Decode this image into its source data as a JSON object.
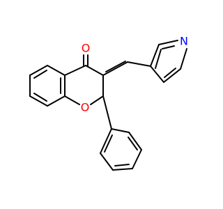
{
  "atoms": {
    "carbonyl_oxygen": {
      "label": "O",
      "color": "#ff0000"
    },
    "ring_oxygen": {
      "label": "O",
      "color": "#ff0000"
    },
    "pyridine_nitrogen": {
      "label": "N",
      "color": "#0000ff"
    }
  },
  "bond_color": "#000000"
}
